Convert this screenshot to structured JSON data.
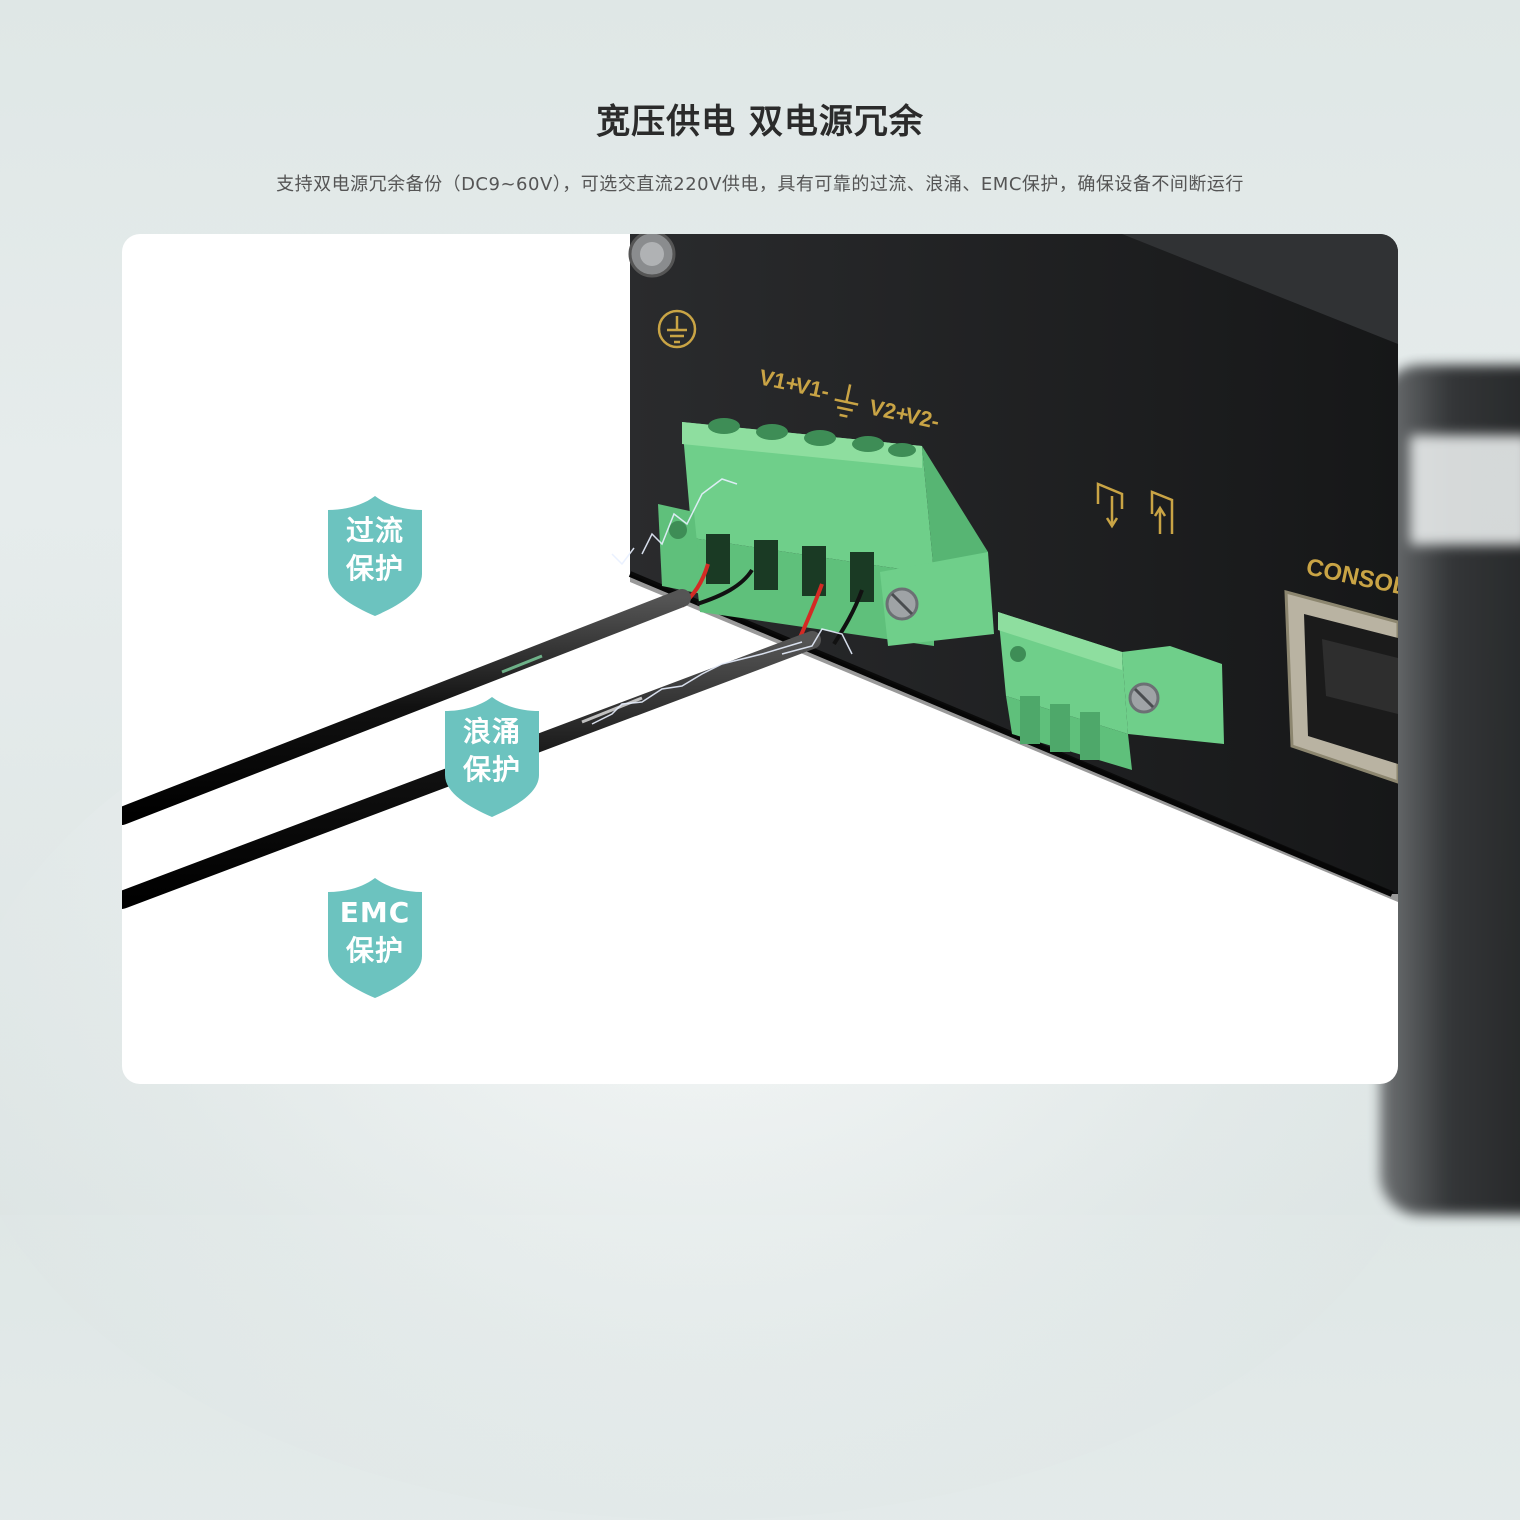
{
  "header": {
    "title": "宽压供电  双电源冗余",
    "subtitle": "支持双电源冗余备份（DC9~60V），可选交直流220V供电，具有可靠的过流、浪涌、EMC保护，确保设备不间断运行"
  },
  "photo": {
    "terminal_labels": [
      "V1+",
      "V1-",
      "V2+",
      "V2-"
    ],
    "port_label": "CONSOLE"
  },
  "badges": [
    {
      "line1": "过流",
      "line2": "保护"
    },
    {
      "line1": "浪涌",
      "line2": "保护"
    },
    {
      "line1": "EMC",
      "line2": "保护"
    }
  ],
  "colors": {
    "badge": "#6cc3bf",
    "terminal_green": "#6fcf8a",
    "device_body": "#1c1d1f",
    "silkscreen": "#c9a445"
  }
}
